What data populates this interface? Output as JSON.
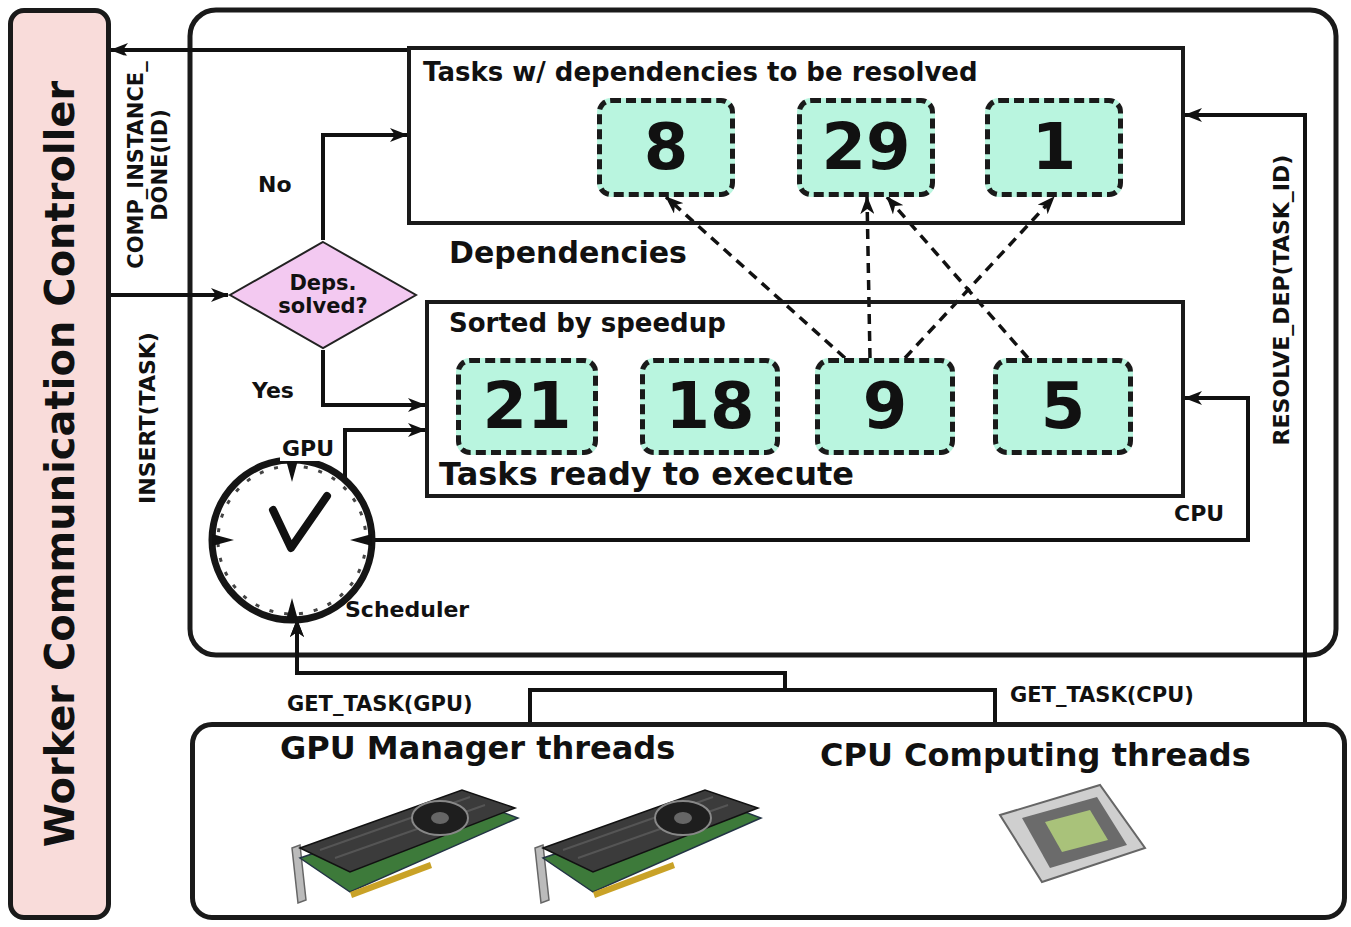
{
  "diagram": {
    "nodes": [
      {
        "text": [
          "Worker Communication Controller"
        ]
      },
      {
        "text": [
          "Tasks w/ dependencies to be resolved"
        ]
      },
      {
        "text": [
          "8"
        ],
        "in": 1
      },
      {
        "text": [
          "29"
        ],
        "in": 1
      },
      {
        "text": [
          "1"
        ],
        "in": 1
      },
      {
        "text": [
          "Deps. solved?"
        ]
      },
      {
        "text": [
          "Sorted by speedup",
          "Tasks ready to execute"
        ]
      },
      {
        "text": [
          "21"
        ],
        "in": 6
      },
      {
        "text": [
          "18"
        ],
        "in": 6
      },
      {
        "text": [
          "9"
        ],
        "in": 6
      },
      {
        "text": [
          "5"
        ],
        "in": 6
      },
      {
        "text": [
          "Scheduler"
        ]
      },
      {
        "text": [
          "GPU Manager threads",
          "CPU Computing threads"
        ]
      }
    ],
    "edges": [
      {
        "from": 1,
        "to": 0,
        "label": "COMP_INSTANCE_DONE(ID)",
        "arrow": "to"
      },
      {
        "from": 0,
        "to": 5,
        "label": "INSERT(TASK)",
        "arrow": "to"
      },
      {
        "from": 5,
        "to": 1,
        "label": "No",
        "arrow": "to"
      },
      {
        "from": 5,
        "to": 6,
        "label": "Yes",
        "arrow": "to"
      },
      {
        "from": 11,
        "to": 6,
        "label": "GPU",
        "arrow": "to"
      },
      {
        "from": 11,
        "to": 6,
        "label": "CPU",
        "arrow": "to"
      },
      {
        "from": 12,
        "to": 11,
        "label": "GET_TASK(GPU)",
        "arrow": "to"
      },
      {
        "from": 12,
        "to": 11,
        "label": "GET_TASK(CPU)",
        "arrow": "to"
      },
      {
        "from": 12,
        "to": 1,
        "label": "RESOLVE_DEP(TASK_ID)",
        "arrow": "to"
      },
      {
        "from": 9,
        "to": 2,
        "arrow": "to"
      },
      {
        "from": 9,
        "to": 3,
        "arrow": "to"
      },
      {
        "from": 9,
        "to": 4,
        "arrow": "to"
      },
      {
        "from": 10,
        "to": 3,
        "arrow": "to"
      }
    ],
    "labels": [
      "Dependencies"
    ]
  }
}
